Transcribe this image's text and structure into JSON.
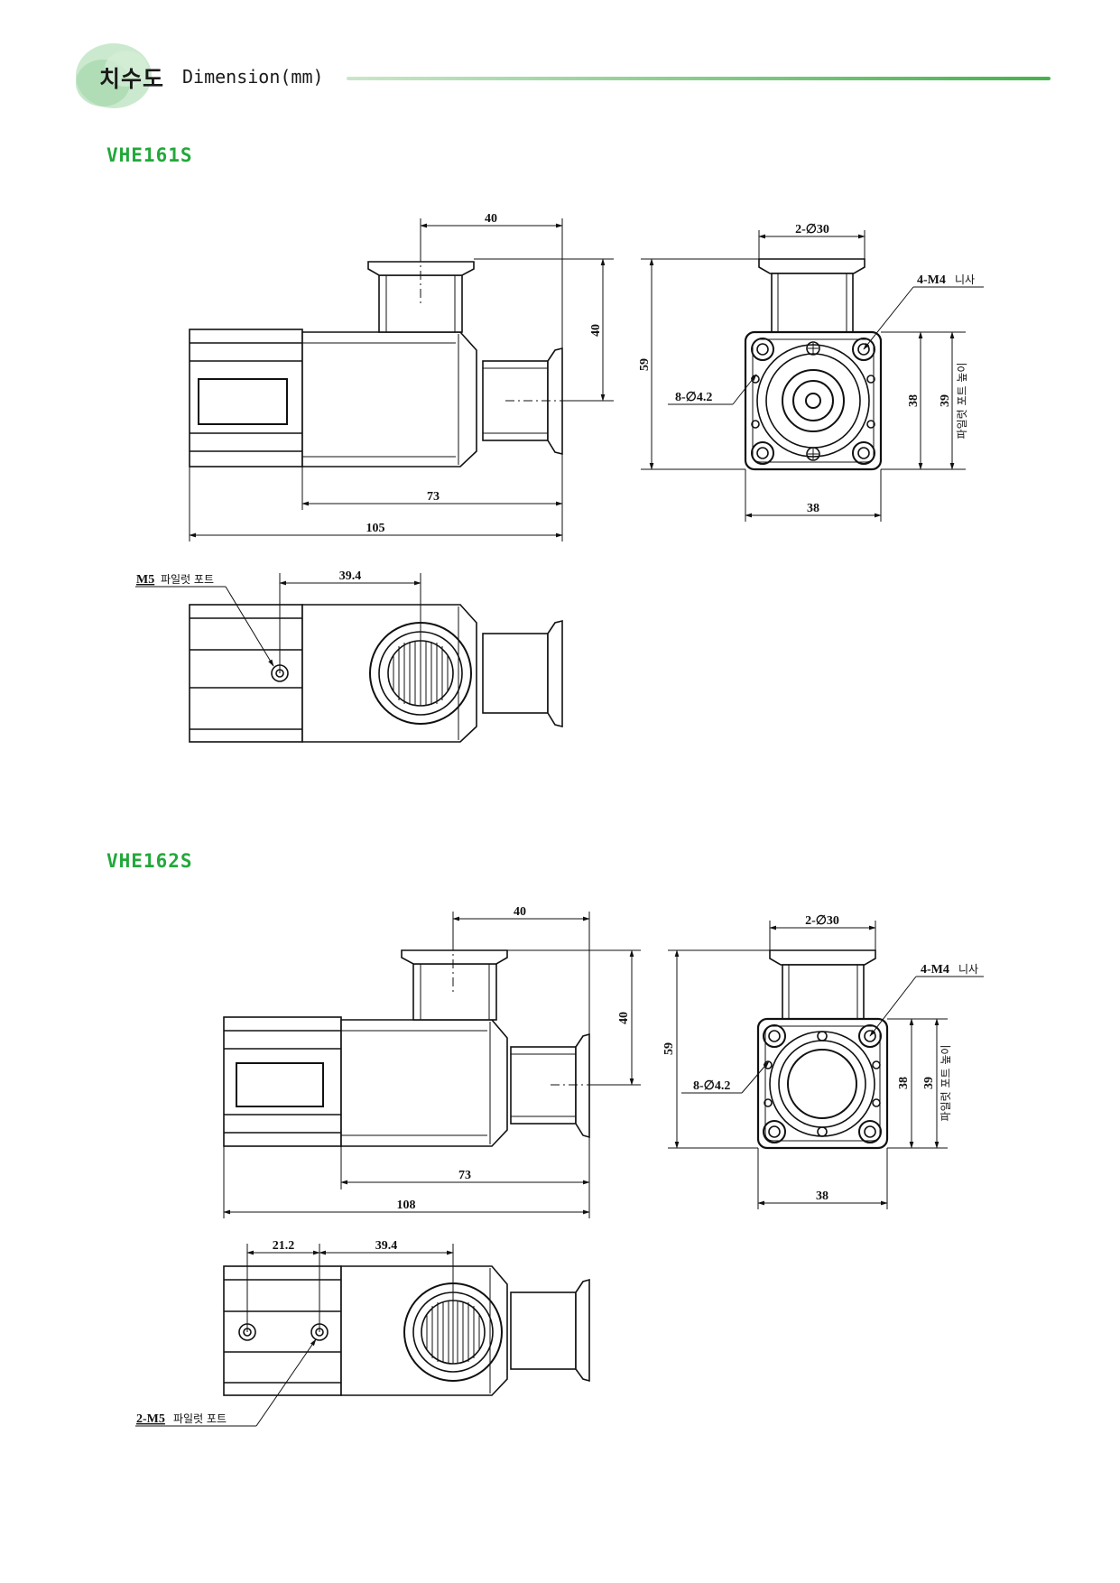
{
  "header": {
    "title_ko": "치수도",
    "title_en": "Dimension(mm)",
    "accent_color": "#46b14d",
    "model_color": "#22a83a"
  },
  "models": [
    {
      "name": "VHE161S",
      "dims": {
        "top_width": "40",
        "height_right": "40",
        "body_len": "73",
        "total_len": "105",
        "flange_dia": "2-∅30",
        "thread": "4-M4",
        "thread_label": "니사",
        "holes": "8-∅4.2",
        "overall_h": "59",
        "square_h": "38",
        "port_h": "39",
        "port_h_label": "파일럿 포트 높이",
        "square_w": "38",
        "pilot_dist": "39.4",
        "pilot_port": "M5",
        "pilot_port_label": "파일럿 포트"
      }
    },
    {
      "name": "VHE162S",
      "dims": {
        "top_width": "40",
        "height_right": "40",
        "body_len": "73",
        "total_len": "108",
        "flange_dia": "2-∅30",
        "thread": "4-M4",
        "thread_label": "니사",
        "holes": "8-∅4.2",
        "overall_h": "59",
        "square_h": "38",
        "port_h": "39",
        "port_h_label": "파일럿 포트 높이",
        "square_w": "38",
        "pilot_gap": "21.2",
        "pilot_dist": "39.4",
        "pilot_port": "2-M5",
        "pilot_port_label": "파일럿 포트"
      }
    }
  ]
}
